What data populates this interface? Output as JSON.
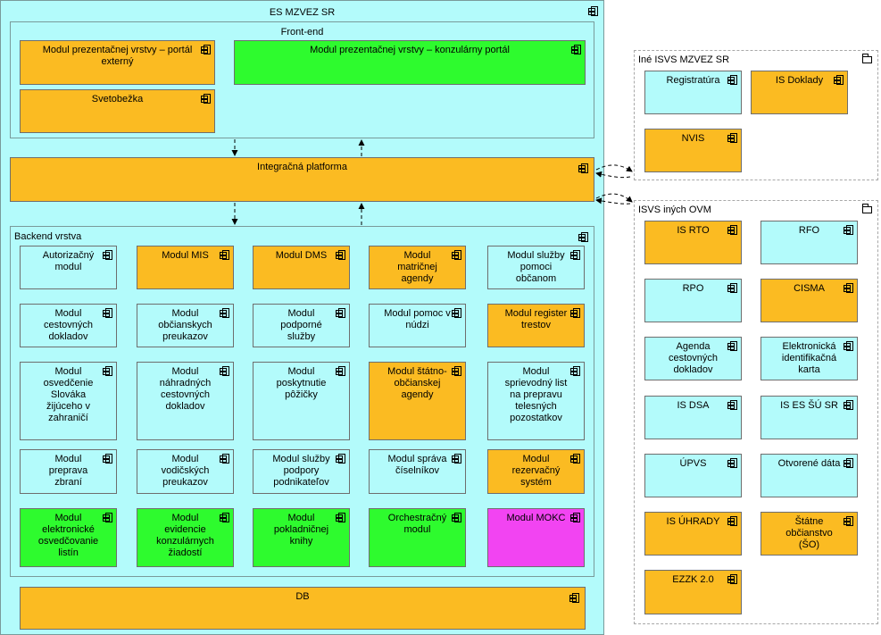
{
  "es": {
    "title": "ES MZVEZ SR",
    "frontend": {
      "title": "Front-end",
      "modules": [
        {
          "label": "Modul prezentačnej vrstvy – portál externý",
          "color": "orange"
        },
        {
          "label": "Modul prezentačnej vrstvy – konzulárny portál",
          "color": "green"
        },
        {
          "label": "Svetobežka",
          "color": "orange"
        }
      ]
    },
    "integration": {
      "label": "Integračná platforma",
      "color": "orange"
    },
    "backend": {
      "title": "Backend vrstva",
      "modules": [
        {
          "label": "Autorizačný modul",
          "color": "cyan"
        },
        {
          "label": "Modul MIS",
          "color": "orange"
        },
        {
          "label": "Modul DMS",
          "color": "orange"
        },
        {
          "label": "Modul matričnej agendy",
          "color": "orange"
        },
        {
          "label": "Modul služby pomoci občanom",
          "color": "cyan"
        },
        {
          "label": "Modul cestovných dokladov",
          "color": "cyan"
        },
        {
          "label": "Modul občianskych preukazov",
          "color": "cyan"
        },
        {
          "label": "Modul podporné služby",
          "color": "cyan"
        },
        {
          "label": "Modul pomoc v núdzi",
          "color": "cyan"
        },
        {
          "label": "Modul register trestov",
          "color": "orange"
        },
        {
          "label": "Modul osvedčenie Slováka žijúceho v zahraničí",
          "color": "cyan"
        },
        {
          "label": "Modul náhradných cestovných dokladov",
          "color": "cyan"
        },
        {
          "label": "Modul poskytnutie pôžičky",
          "color": "cyan"
        },
        {
          "label": "Modul štátno-občianskej agendy",
          "color": "orange"
        },
        {
          "label": "Modul sprievodný list na prepravu telesných pozostatkov",
          "color": "cyan"
        },
        {
          "label": "Modul preprava zbraní",
          "color": "cyan"
        },
        {
          "label": "Modul vodičských preukazov",
          "color": "cyan"
        },
        {
          "label": "Modul služby podpory podnikateľov",
          "color": "cyan"
        },
        {
          "label": "Modul správa číselníkov",
          "color": "cyan"
        },
        {
          "label": "Modul rezervačný systém",
          "color": "orange"
        },
        {
          "label": "Modul elektronické osvedčovanie listín",
          "color": "green"
        },
        {
          "label": "Modul evidencie konzulárnych žiadostí",
          "color": "green"
        },
        {
          "label": "Modul pokladničnej knihy",
          "color": "green"
        },
        {
          "label": "Orchestračný modul",
          "color": "green"
        },
        {
          "label": "Modul MOKC",
          "color": "magenta"
        }
      ]
    },
    "db": {
      "label": "DB",
      "color": "orange"
    }
  },
  "ine": {
    "title": "Iné ISVS MZVEZ SR",
    "modules": [
      {
        "label": "Registratúra",
        "color": "cyan"
      },
      {
        "label": "IS Doklady",
        "color": "orange"
      },
      {
        "label": "NVIS",
        "color": "orange"
      }
    ]
  },
  "isvs": {
    "title": "ISVS iných OVM",
    "modules": [
      {
        "label": "IS RTO",
        "color": "orange"
      },
      {
        "label": "RFO",
        "color": "cyan"
      },
      {
        "label": "RPO",
        "color": "cyan"
      },
      {
        "label": "CISMA",
        "color": "orange"
      },
      {
        "label": "Agenda cestovných dokladov",
        "color": "cyan"
      },
      {
        "label": "Elektronická identifikačná karta",
        "color": "cyan"
      },
      {
        "label": "IS DSA",
        "color": "cyan"
      },
      {
        "label": "IS ES ŠÚ SR",
        "color": "cyan"
      },
      {
        "label": "ÚPVS",
        "color": "cyan"
      },
      {
        "label": "Otvorené dáta",
        "color": "cyan"
      },
      {
        "label": "IS ÚHRADY",
        "color": "orange"
      },
      {
        "label": "Štátne občianstvo (ŠO)",
        "color": "orange"
      },
      {
        "label": "EZZK 2.0",
        "color": "orange"
      }
    ]
  }
}
